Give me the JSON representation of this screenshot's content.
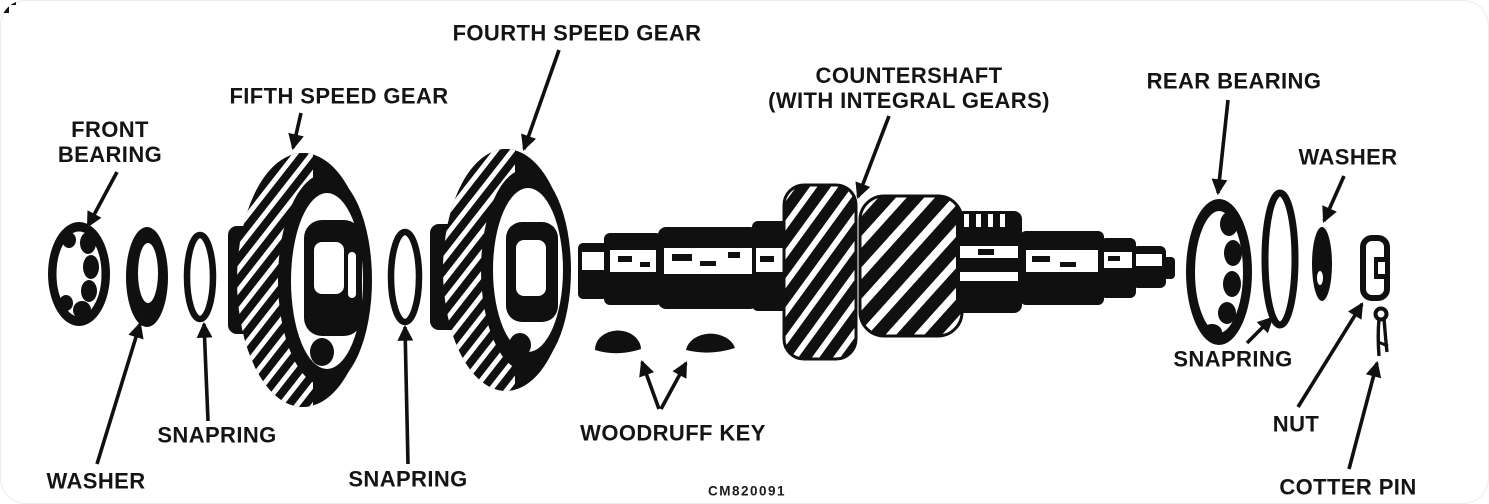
{
  "colors": {
    "ink": "#101010",
    "paper": "#ffffff"
  },
  "callouts": {
    "front_bearing": "FRONT\nBEARING",
    "fifth_speed_gear": "FIFTH SPEED GEAR",
    "fourth_speed_gear": "FOURTH SPEED GEAR",
    "countershaft": "COUNTERSHAFT\n(WITH INTEGRAL GEARS)",
    "rear_bearing": "REAR BEARING",
    "washer_right": "WASHER",
    "washer_left": "WASHER",
    "snapring_left_1": "SNAPRING",
    "snapring_left_2": "SNAPRING",
    "snapring_right": "SNAPRING",
    "woodruff_key": "WOODRUFF KEY",
    "nut": "NUT",
    "cotter_pin": "COTTER PIN"
  },
  "figure_number": "CM820091"
}
